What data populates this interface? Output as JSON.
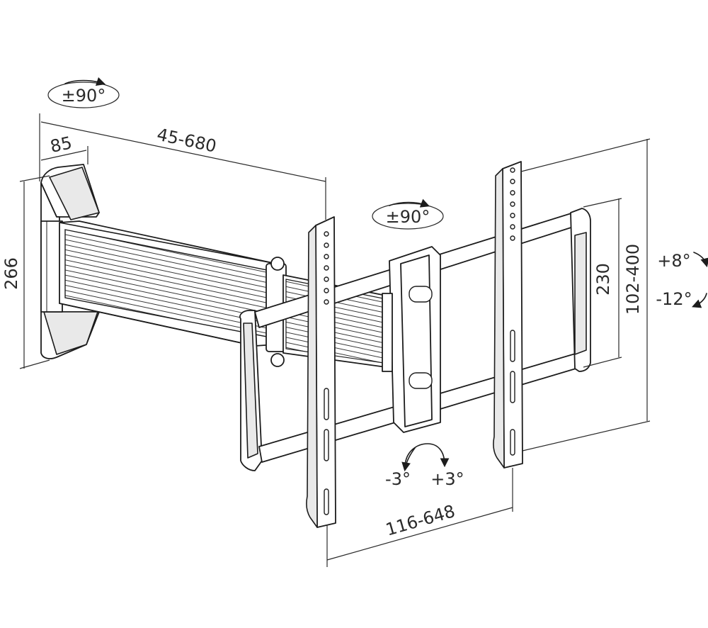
{
  "labels": {
    "arm_swivel": "±90°",
    "bracket_swivel": "±90°",
    "wall_plate_depth": "85",
    "arm_extension": "45-680",
    "wall_plate_height": "266",
    "vertical_pattern_inner": "230",
    "vertical_pattern_range": "102-400",
    "tilt_up": "+8°",
    "tilt_down": "-12°",
    "rotation_left": "-3°",
    "rotation_right": "+3°",
    "horizontal_pattern_range": "116-648"
  }
}
